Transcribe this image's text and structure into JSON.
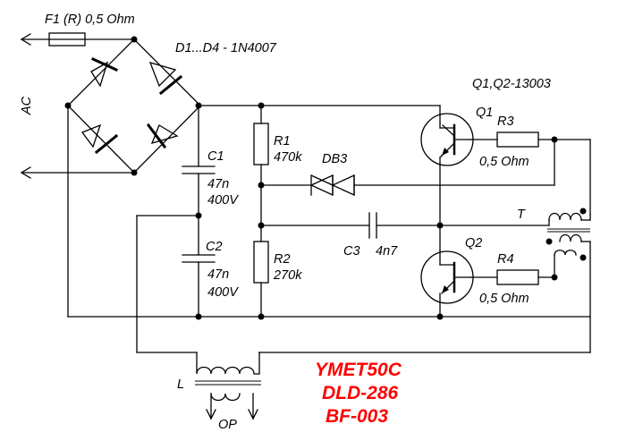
{
  "labels": {
    "fuse": "F1 (R) 0,5 Ohm",
    "diodes": "D1...D4 - 1N4007",
    "ac": "AC",
    "transistors": "Q1,Q2-13003",
    "q1": "Q1",
    "q2": "Q2",
    "r3": "R3",
    "r3_value": "0,5 Ohm",
    "r4": "R4",
    "r4_value": "0,5 Ohm",
    "c1": "C1",
    "c1_value_1": "47n",
    "c1_value_2": "400V",
    "c2": "C2",
    "c2_value_1": "47n",
    "c2_value_2": "400V",
    "r1": "R1",
    "r1_value": "470k",
    "r2": "R2",
    "r2_value": "270k",
    "db3": "DB3",
    "c3": "C3",
    "c3_value": "4n7",
    "transformer": "T",
    "inductor": "L",
    "output": "OP"
  },
  "models": [
    "YMET50C",
    "DLD-286",
    "BF-003"
  ],
  "colors": {
    "wire": "#000000",
    "model_text": "#ff0000",
    "background": "#ffffff"
  }
}
